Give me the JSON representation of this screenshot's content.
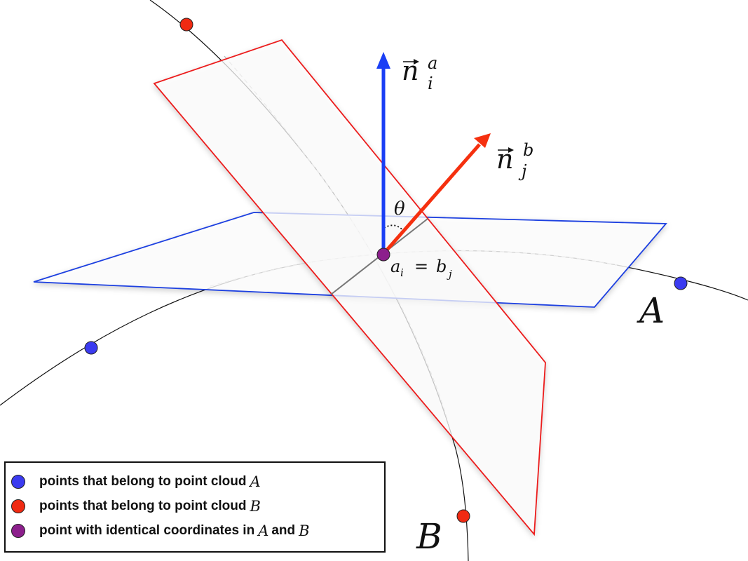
{
  "colors": {
    "cloud_a": "#3b3bf0",
    "cloud_b": "#f02a12",
    "shared": "#8c1f8c",
    "plane_a": "#1f3fe0",
    "plane_b": "#ec1c1c",
    "normal_a": "#1a3ff5",
    "normal_b": "#f5300f"
  },
  "labels": {
    "normal_a_base": "n",
    "normal_a_sup": "a",
    "normal_a_sub": "i",
    "normal_b_base": "n",
    "normal_b_sup": "b",
    "normal_b_sub": "j",
    "angle": "θ",
    "point_label_a": "a",
    "point_label_a_sub": "i",
    "point_label_eq": "=",
    "point_label_b": "b",
    "point_label_b_sub": "j",
    "cloud_a_name": "A",
    "cloud_b_name": "B"
  },
  "legend": {
    "items": [
      {
        "text": "points that belong to point cloud",
        "var": "A",
        "tail": "",
        "tail_var": ""
      },
      {
        "text": "points that belong to point cloud",
        "var": "B",
        "tail": "",
        "tail_var": ""
      },
      {
        "text": "point with identical coordinates in",
        "var": "A",
        "tail": "and",
        "tail_var": "B"
      }
    ]
  }
}
